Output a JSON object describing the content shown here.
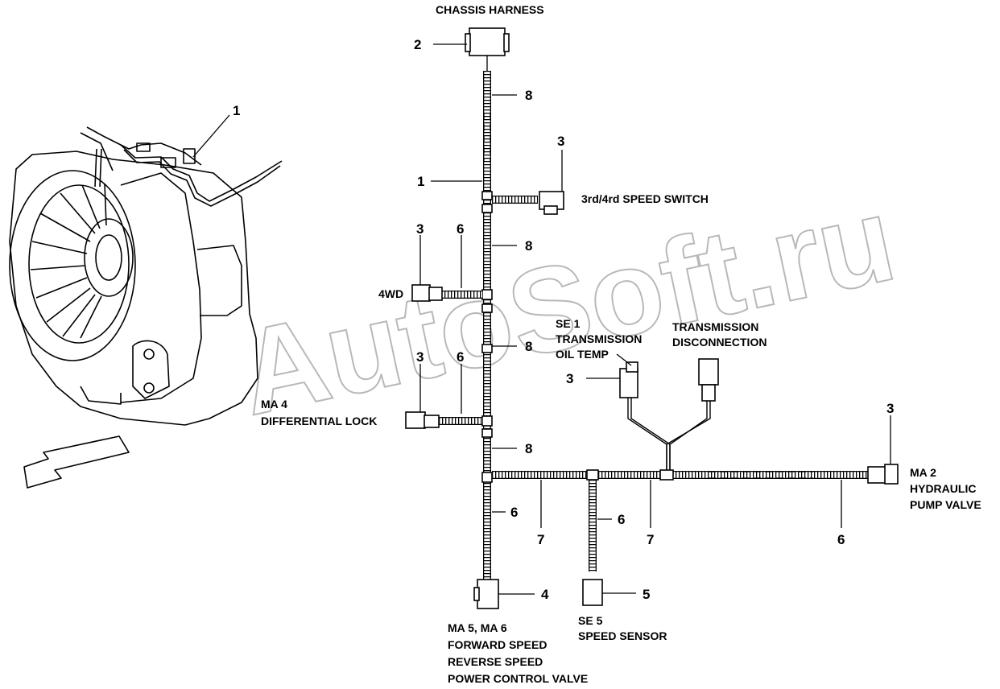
{
  "watermark": "AutoSoft.ru",
  "labels": {
    "chassis_harness": "CHASSIS HARNESS",
    "speed_switch": "3rd/4rd SPEED SWITCH",
    "fourwd": "4WD",
    "se1_line1": "SE 1",
    "se1_line2": "TRANSMISSION",
    "se1_line3": "OIL TEMP",
    "disc_line1": "TRANSMISSION",
    "disc_line2": "DISCONNECTION",
    "ma4_line1": "MA 4",
    "ma4_line2": "DIFFERENTIAL LOCK",
    "ma2_line1": "MA 2",
    "ma2_line2": "HYDRAULIC",
    "ma2_line3": "PUMP VALVE",
    "ma56_line1": "MA 5, MA 6",
    "ma56_line2": "FORWARD SPEED",
    "ma56_line3": "REVERSE SPEED",
    "ma56_line4": "POWER CONTROL VALVE",
    "se5_line1": "SE 5",
    "se5_line2": "SPEED SENSOR"
  },
  "callouts": {
    "c1_engine": "1",
    "c2": "2",
    "c8_a": "8",
    "c3_speed": "3",
    "c1_harness": "1",
    "c3_4wd": "3",
    "c6_4wd": "6",
    "c8_b": "8",
    "c8_c": "8",
    "c3_se1": "3",
    "c3_diff": "3",
    "c6_diff": "6",
    "c8_d": "8",
    "c3_ma2": "3",
    "c6_main": "6",
    "c7_left": "7",
    "c6_se5": "6",
    "c7_right": "7",
    "c6_right": "6",
    "c4": "4",
    "c5": "5"
  }
}
